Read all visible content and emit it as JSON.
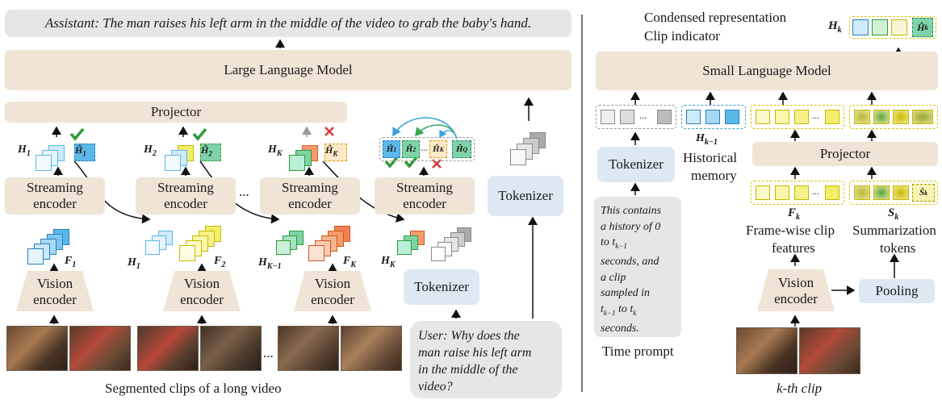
{
  "left": {
    "assistant_text": "Assistant: The man raises his left arm in the middle of the video to grab the baby's hand.",
    "llm_label": "Large Language Model",
    "projector_label": "Projector",
    "streaming_encoder_label_line1": "Streaming",
    "streaming_encoder_label_line2": "encoder",
    "vision_encoder_line1": "Vision",
    "vision_encoder_line2": "encoder",
    "tokenizer_label": "Tokenizer",
    "tokenizer_right_label": "Tokenizer",
    "user_text_lines": [
      "User: Why does the",
      "man raise his left arm",
      "in the middle of the",
      "video?"
    ],
    "caption": "Segmented clips of a long video",
    "ellipsis": "...",
    "symbols": {
      "H1": "H",
      "H1_sub": "1",
      "H2": "H",
      "H2_sub": "2",
      "HK": "H",
      "HK_sub": "K",
      "Hhat1": "Ĥ",
      "Hhat1_sub": "1",
      "Hhat2": "Ĥ",
      "Hhat2_sub": "2",
      "HhatK": "Ĥ",
      "HhatK_sub": "K",
      "HhatQ": "Ĥ",
      "HhatQ_sub": "Q",
      "F1": "F",
      "F1_sub": "1",
      "F2": "F",
      "F2_sub": "2",
      "FK": "F",
      "FK_sub": "K",
      "HKm1_sub": "K−1"
    }
  },
  "right": {
    "condensed_label": "Condensed representation",
    "clip_indicator_label": "Clip indicator",
    "slm_label": "Small Language Model",
    "projector_label": "Projector",
    "tokenizer_label": "Tokenizer",
    "historical_label_line1": "Historical",
    "historical_label_line2": "memory",
    "hk_minus_1": "H",
    "hk_minus_1_sub": "k−1",
    "hk": "H",
    "hk_sub": "k",
    "fk": "F",
    "fk_sub": "k",
    "sk": "S",
    "sk_sub": "k",
    "frame_wise_line1": "Frame-wise clip",
    "frame_wise_line2": "features",
    "summarization_line1": "Summarization",
    "summarization_line2": "tokens",
    "vision_encoder_line1": "Vision",
    "vision_encoder_line2": "encoder",
    "pooling_label": "Pooling",
    "time_prompt_lines": [
      "This contains",
      "a history of 0",
      "to t",
      "seconds, and",
      "a clip",
      "sampled in",
      "t",
      "seconds."
    ],
    "time_prompt_label": "Time prompt",
    "kth_clip": "k-th clip",
    "ellipsis": "..."
  },
  "colors": {
    "beige": "#efe4d6",
    "tokenizer_blue": "#dde8f2",
    "prompt_gray": "#e6e6e6",
    "check_green": "#2e9b3a",
    "cross_red": "#d33b3b",
    "arrow_blue": "#3aa3d9",
    "arrow_green": "#34a853",
    "token_blue": "#5bb8e8",
    "token_yellow": "#f2ee6a",
    "token_green": "#7fd3a8",
    "token_orange": "#f59a6a"
  }
}
